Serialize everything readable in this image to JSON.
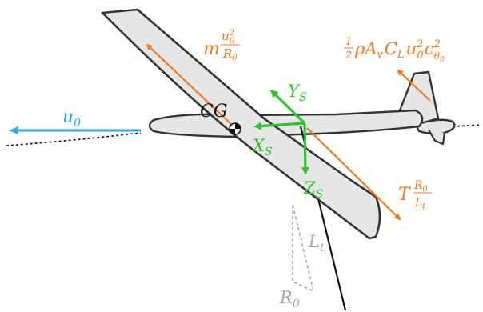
{
  "colors": {
    "force_orange": "#ef7b22",
    "axis_green": "#2fc230",
    "velocity_blue": "#2ea9e8",
    "geometry_gray": "#a6a6a6",
    "airframe_fill": "#e6e6e6",
    "outline": "#333333"
  },
  "labels": {
    "velocity": {
      "main": "u",
      "sub": "0"
    },
    "cg": "CG",
    "centrifugal": {
      "m": "m",
      "num_u": "u",
      "num_sup": "2",
      "num_sub": "0",
      "den_r": "R",
      "den_sub": "0"
    },
    "lift_term": {
      "half_num": "1",
      "half_den": "2",
      "body": "ρA",
      "sub_v": "v",
      "c": "C",
      "sub_l": "L",
      "u": "u",
      "u_sup": "2",
      "u_sub": "0",
      "c2": "c",
      "c2_sup": "2",
      "c2_sub": "θ",
      "c2_subsub": "0"
    },
    "tension": {
      "t": "T",
      "num": "R",
      "num_sub": "0",
      "den": "L",
      "den_sub": "t"
    },
    "axis_x": {
      "main": "X",
      "sub": "S"
    },
    "axis_y": {
      "main": "Y",
      "sub": "S"
    },
    "axis_z": {
      "main": "Z",
      "sub": "S"
    },
    "tether_length": {
      "main": "L",
      "sub": "t"
    },
    "radius": {
      "main": "R",
      "sub": "0"
    }
  }
}
